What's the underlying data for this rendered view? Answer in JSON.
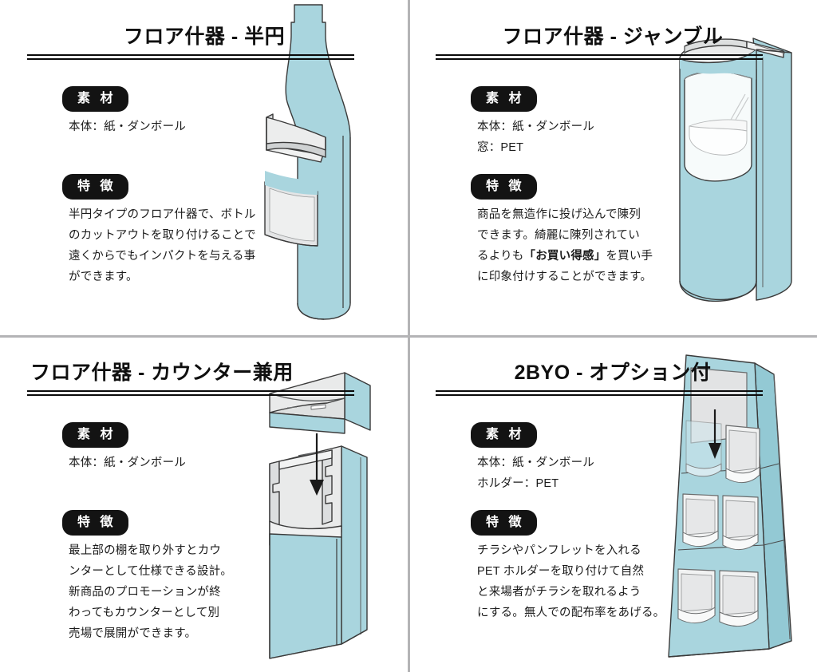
{
  "colors": {
    "teal": "#a9d5de",
    "teal_dark": "#93c9d4",
    "teal_light": "#c5e3ea",
    "paper": "#e9eaea",
    "paper_light": "#f4f5f5",
    "ink": "#3a3a3a",
    "divider": "#b4b4b6",
    "badge_bg": "#131313",
    "badge_fg": "#ffffff"
  },
  "labels": {
    "material_badge": "素 材",
    "feature_badge": "特 徴"
  },
  "panels": [
    {
      "id": "floor-hangen",
      "title": "フロア什器 - 半円",
      "title_align": "center",
      "material_lines": [
        "本体：紙・ダンボール"
      ],
      "feature_lines": [
        "半円タイプのフロア什器で、ボトル",
        "のカットアウトを取り付けることで",
        "遠くからでもインパクトを与える事",
        "ができます。"
      ],
      "illustration": "bottle-half-round-floor-display"
    },
    {
      "id": "floor-jumble",
      "title": "フロア什器 - ジャンブル",
      "title_align": "center",
      "material_lines": [
        "本体：紙・ダンボール",
        "窓：PET"
      ],
      "feature_lines": [
        "商品を無造作に投げ込んで陳列",
        "できます。綺麗に陳列されてい",
        "るよりも「お買い得感」を買い手",
        "に印象付けすることができます。"
      ],
      "feature_bold": "「お買い得感」",
      "illustration": "jumble-bin-floor-display"
    },
    {
      "id": "floor-counter",
      "title": "フロア什器 - カウンター兼用",
      "title_align": "left",
      "material_lines": [
        "本体：紙・ダンボール"
      ],
      "feature_lines": [
        "最上部の棚を取り外すとカウ",
        "ンターとして仕様できる設計。",
        "新商品のプロモーションが終",
        "わってもカウンターとして別",
        "売場で展開ができます。"
      ],
      "illustration": "counter-convertible-floor-display"
    },
    {
      "id": "2byo-option",
      "title": "2BYO - オプション付",
      "title_align": "center",
      "material_lines": [
        "本体：紙・ダンボール",
        "ホルダー：PET"
      ],
      "feature_lines": [
        "チラシやパンフレットを入れる",
        "PET ホルダーを取り付けて自然",
        "と来場者がチラシを取れるよう",
        "にする。無人での配布率をあげる。"
      ],
      "illustration": "2byo-tower-with-pet-holders"
    }
  ]
}
